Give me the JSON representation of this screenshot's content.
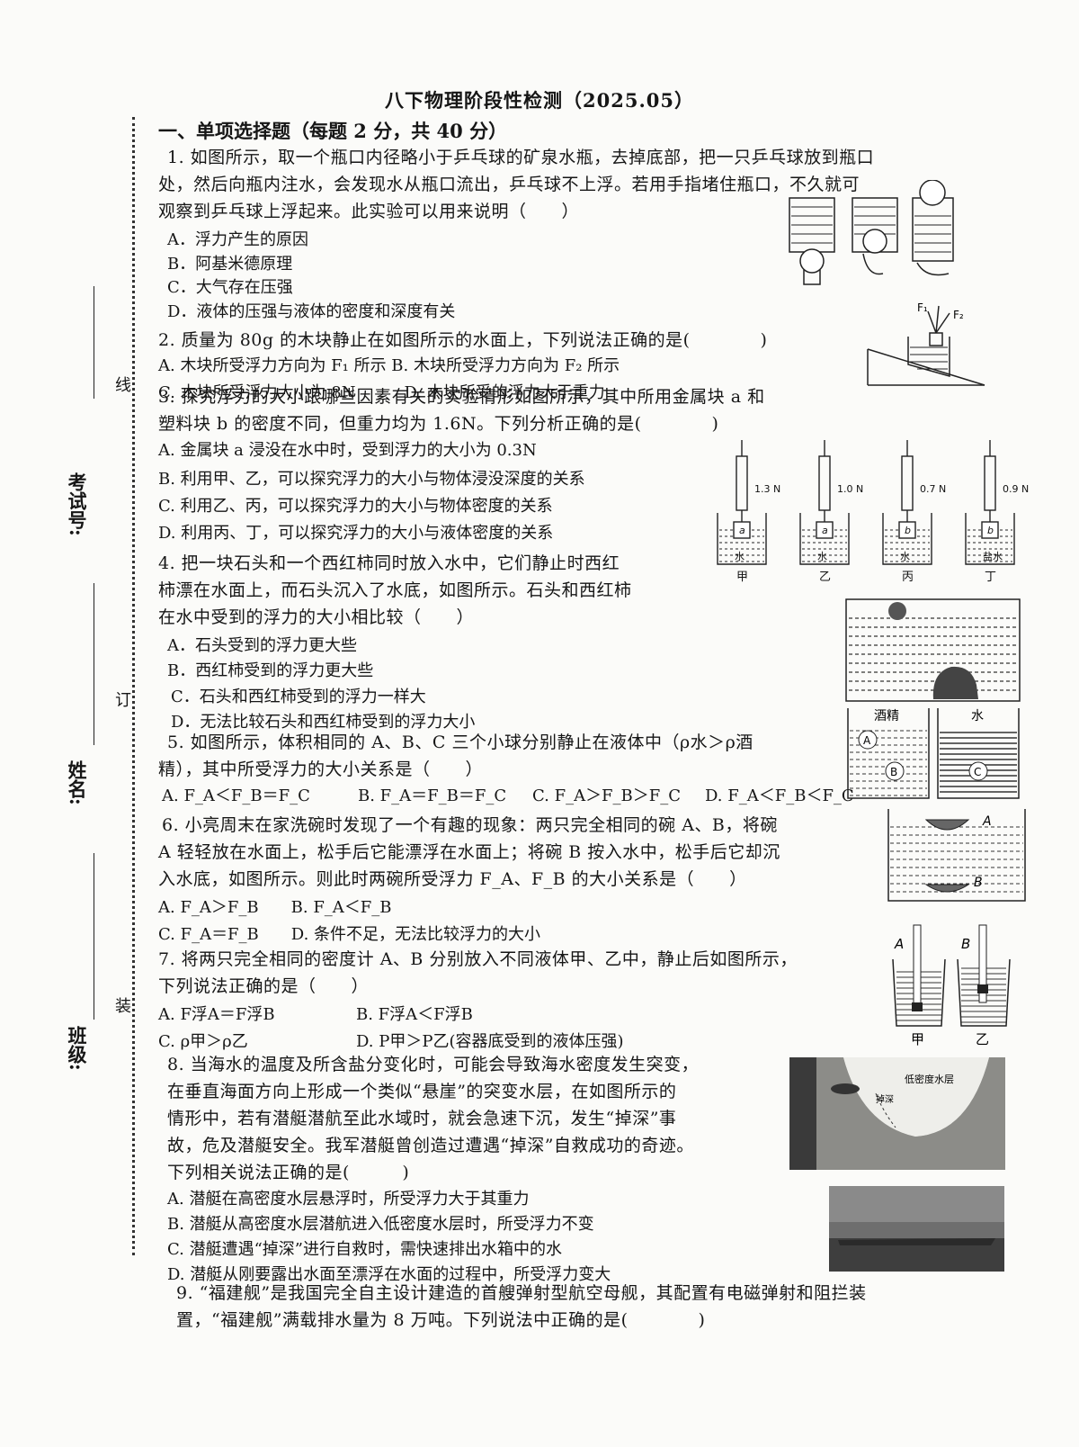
{
  "header": {
    "title": "八下物理阶段性检测（2025.05）",
    "section": "一、单项选择题（每题 2 分，共 40 分）"
  },
  "margin": {
    "exam_no_label": "考试号:",
    "name_label": "姓名:",
    "class_label": "班级:",
    "binding": [
      "线",
      "订",
      "装"
    ]
  },
  "questions": {
    "q1": {
      "lines": [
        "1. 如图所示，取一个瓶口内径略小于乒乓球的矿泉水瓶，去掉底部，把一只乒乓球放到瓶口",
        "处，然后向瓶内注水，会发现水从瓶口流出，乒乓球不上浮。若用手指堵住瓶口，不久就可",
        "观察到乒乓球上浮起来。此实验可以用来说明（　　）"
      ],
      "options": [
        "A．浮力产生的原因",
        "B．阿基米德原理",
        "C．大气存在压强",
        "D．液体的压强与液体的密度和深度有关"
      ]
    },
    "q2": {
      "stem": "2. 质量为 80g 的木块静止在如图所示的水面上，下列说法正确的是(　　　　)",
      "options": [
        "A. 木块所受浮力方向为 F₁ 所示 B. 木块所受浮力方向为 F₂ 所示",
        "C. 木块所受浮力大小为 8N　　　D. 木块所受的浮力大于重力"
      ],
      "fig_labels": [
        "F₁",
        "F₂"
      ]
    },
    "q3": {
      "lines": [
        "3. 探究浮力的大小跟哪些因素有关的实验情形如图所示，其中所用金属块 a 和",
        "塑料块 b 的密度不同，但重力均为 1.6N。下列分析正确的是(　　　　)"
      ],
      "options": [
        "A. 金属块 a 浸没在水中时，受到浮力的大小为 0.3N",
        "B. 利用甲、乙，可以探究浮力的大小与物体浸没深度的关系",
        "C. 利用乙、丙，可以探究浮力的大小与物体密度的关系",
        "D. 利用丙、丁，可以探究浮力的大小与液体密度的关系"
      ],
      "readings": [
        "1.3 N",
        "1.0 N",
        "0.7 N",
        "0.9 N"
      ],
      "blocks": [
        "a",
        "a",
        "b",
        "b"
      ],
      "liquids": [
        "水",
        "水",
        "水",
        "盐水"
      ],
      "captions": [
        "甲",
        "乙",
        "丙",
        "丁"
      ]
    },
    "q4": {
      "lines": [
        "4. 把一块石头和一个西红柿同时放入水中，它们静止时西红",
        "柿漂在水面上，而石头沉入了水底，如图所示。石头和西红柿",
        "在水中受到的浮力的大小相比较（　　）"
      ],
      "options": [
        "A．石头受到的浮力更大些",
        "B．西红柿受到的浮力更大些",
        "C．石头和西红柿受到的浮力一样大",
        "D．无法比较石头和西红柿受到的浮力大小"
      ]
    },
    "q5": {
      "lines": [
        "5. 如图所示，体积相同的 A、B、C 三个小球分别静止在液体中（ρ水＞ρ酒",
        "精），其中所受浮力的大小关系是（　　）"
      ],
      "options": [
        "A. F_A＜F_B＝F_C",
        "B. F_A＝F_B＝F_C",
        "C. F_A＞F_B＞F_C",
        "D. F_A＜F_B＜F_C"
      ],
      "fig_labels": [
        "酒精",
        "水",
        "A",
        "B",
        "C"
      ]
    },
    "q6": {
      "lines": [
        "6. 小亮周末在家洗碗时发现了一个有趣的现象：两只完全相同的碗 A、B，将碗",
        "A 轻轻放在水面上，松手后它能漂浮在水面上；将碗 B 按入水中，松手后它却沉",
        "入水底，如图所示。则此时两碗所受浮力 F_A、F_B 的大小关系是（　　）"
      ],
      "options": [
        "A. F_A＞F_B　　B. F_A＜F_B",
        "C. F_A＝F_B　　D. 条件不足，无法比较浮力的大小"
      ],
      "fig_labels": [
        "A",
        "B"
      ]
    },
    "q7": {
      "lines": [
        "7. 将两只完全相同的密度计 A、B 分别放入不同液体甲、乙中，静止后如图所示，",
        "下列说法正确的是（　　）"
      ],
      "options": [
        "A. F浮A＝F浮B",
        "B. F浮A＜F浮B",
        "C. ρ甲＞ρ乙",
        "D. P甲＞P乙(容器底受到的液体压强)"
      ],
      "fig_labels": [
        "A",
        "B",
        "甲",
        "乙"
      ]
    },
    "q8": {
      "lines": [
        "8. 当海水的温度及所含盐分变化时，可能会导致海水密度发生突变，",
        "在垂直海面方向上形成一个类似“悬崖”的突变水层，在如图所示的",
        "情形中，若有潜艇潜航至此水域时，就会急速下沉，发生“掉深”事",
        "故，危及潜艇安全。我军潜艇曾创造过遭遇“掉深”自救成功的奇迹。",
        "下列相关说法正确的是(　　　)"
      ],
      "options": [
        "A. 潜艇在高密度水层悬浮时，所受浮力大于其重力",
        "B. 潜艇从高密度水层潜航进入低密度水层时，所受浮力不变",
        "C. 潜艇遭遇“掉深”进行自救时，需快速排出水箱中的水",
        "D. 潜艇从刚要露出水面至漂浮在水面的过程中，所受浮力变大"
      ],
      "fig_labels": [
        "低密度水层",
        "掉深"
      ]
    },
    "q9": {
      "lines": [
        "9. “福建舰”是我国完全自主设计建造的首艘弹射型航空母舰，其配置有电磁弹射和阻拦装",
        "置，“福建舰”满载排水量为 8 万吨。下列说法中正确的是(　　　　)"
      ]
    }
  }
}
